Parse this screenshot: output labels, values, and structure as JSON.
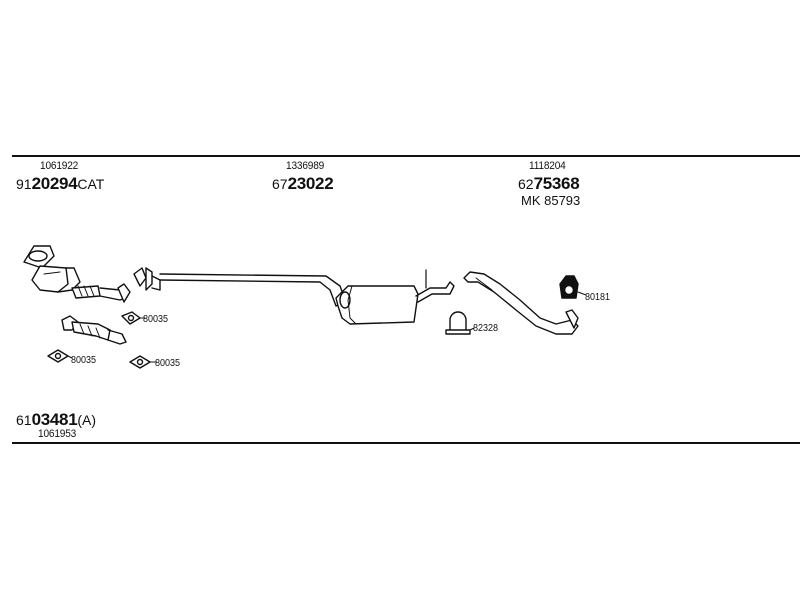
{
  "groups": [
    {
      "oe": "1061922",
      "pn_prefix": "91",
      "pn_main": "20294",
      "pn_suffix": "CAT"
    },
    {
      "oe": "1336989",
      "pn_prefix": "67",
      "pn_main": "23022",
      "pn_suffix": ""
    },
    {
      "oe": "1118204",
      "pn_prefix": "62",
      "pn_main": "75368",
      "pn_suffix": "",
      "extra": "MK 85793"
    }
  ],
  "bottom_group": {
    "pn_prefix": "61",
    "pn_main": "03481",
    "pn_suffix": "(A)",
    "oe": "1061953"
  },
  "small_parts": [
    "80035",
    "80035",
    "80035",
    "82328",
    "80181"
  ]
}
